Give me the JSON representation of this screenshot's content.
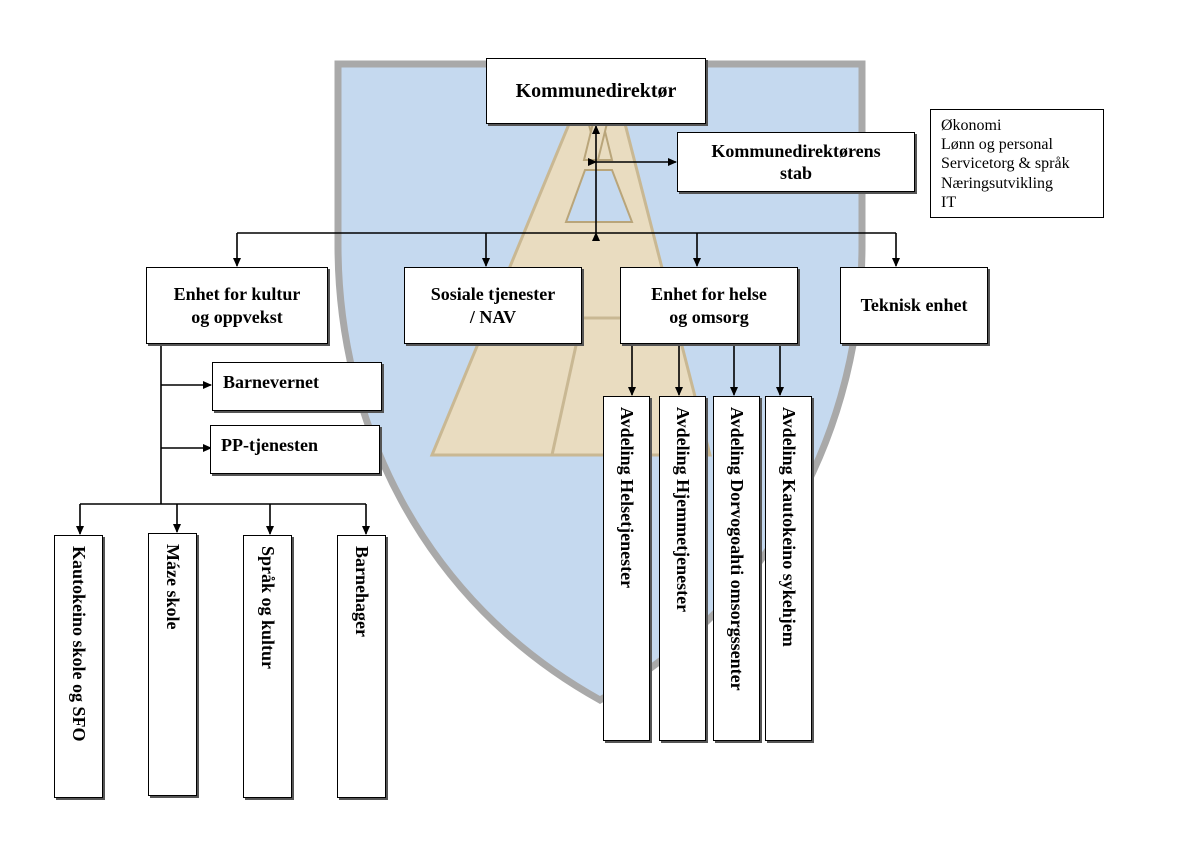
{
  "colors": {
    "shield_fill": "#c5d9ef",
    "shield_border": "#a9a9a9",
    "tent": "#e9dcc0"
  },
  "director": "Kommunedirektør",
  "staff": {
    "label_line1": "Kommunedirektørens",
    "label_line2": "stab"
  },
  "staff_functions": [
    "Økonomi",
    "Lønn og personal",
    "Servicetorg & språk",
    "Næringsutvikling",
    "IT"
  ],
  "units": {
    "culture": {
      "line1": "Enhet for kultur",
      "line2": "og oppvekst"
    },
    "social": {
      "line1": "Sosiale tjenester",
      "line2": "/ NAV"
    },
    "health": {
      "line1": "Enhet for helse",
      "line2": "og omsorg"
    },
    "technical": {
      "line1": "Teknisk enhet"
    }
  },
  "culture_services": [
    "Barnevernet",
    "PP-tjenesten"
  ],
  "culture_subunits": [
    "Kautokeino skole og SFO",
    "Máze skole",
    "Språk og kultur",
    "Barnehager"
  ],
  "health_departments": [
    "Avdeling Helsetjenester",
    "Avdeling Hjemmetjenester",
    "Avdeling Dorvogoahti omsorgssenter",
    "Avdeling Kautokeino sykehjem"
  ]
}
